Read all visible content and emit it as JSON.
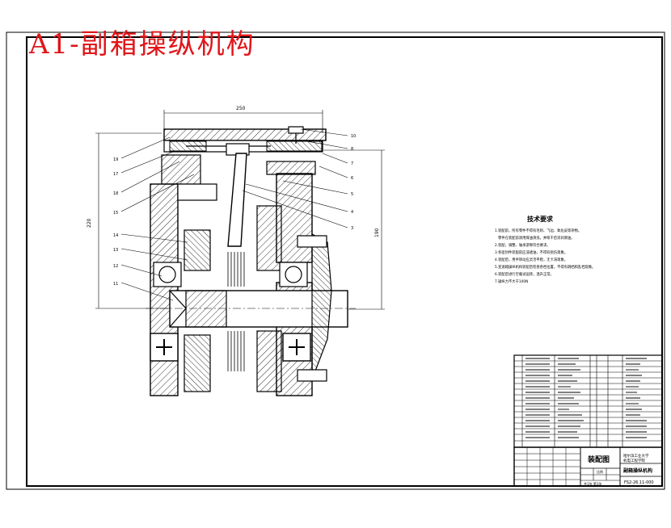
{
  "title": "A1-副箱操纵机构",
  "drawing": {
    "dim_top": "250",
    "dim_left": "220",
    "dim_right": "190",
    "leader_labels_left": [
      "19",
      "17",
      "18",
      "15",
      "14",
      "13",
      "12",
      "11"
    ],
    "leader_labels_right": [
      "10",
      "8",
      "7",
      "6",
      "5",
      "4",
      "3"
    ]
  },
  "tech_req": {
    "heading": "技术要求",
    "lines": [
      "1.装配前，所有零件不得有毛刺、飞边、氧化皮等杂物。",
      "零件在装配前须用煤油清洗，并晾干后涂润滑油。",
      "2.装配、调整、轴承游隙符合要求。",
      "3.各密封件装配前应浸透油，不得有损伤现象。",
      "4.装配后，用手转动应灵活平稳，无卡滞现象。",
      "5.变速箱操纵机构装配后检查各档位置，不得有跳档和乱档现象。",
      "6.装配后进行空载试运转，温升正常。",
      "7.操纵力不大于100N"
    ]
  },
  "title_block": {
    "assembly_label": "装配图",
    "drawing_number": "FS2-26.11-000",
    "product_name": "副箱操纵机构",
    "school": "哈尔滨工业大学",
    "department": "机电工程学院",
    "scale_label": "比例",
    "sheet_label": "共1张 第1张"
  }
}
